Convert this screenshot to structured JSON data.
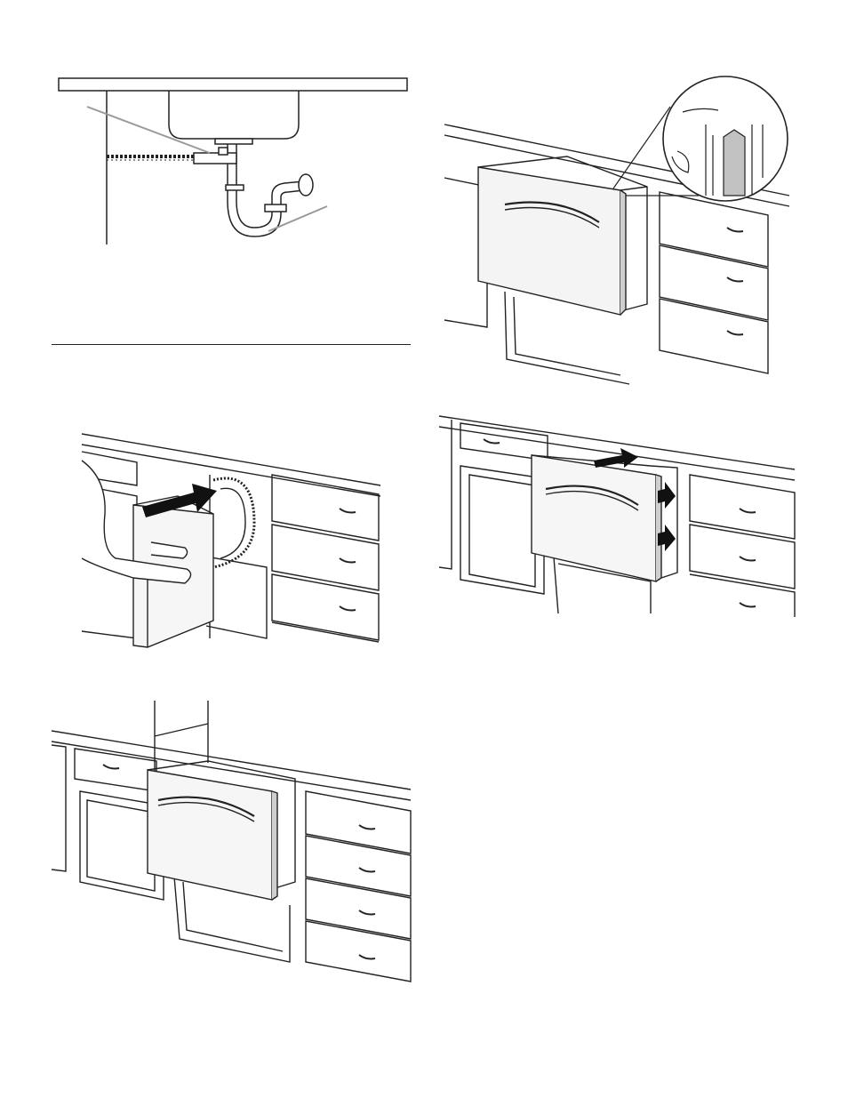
{
  "page": {
    "figures": [
      {
        "id": "sink-drain-connection",
        "icon": "under-sink-drain-illustration"
      },
      {
        "id": "drawer-side-bracket-detail",
        "icon": "drawer-bracket-callout-illustration"
      },
      {
        "id": "slide-drawer-into-opening",
        "icon": "installer-pushing-drawer-illustration"
      },
      {
        "id": "push-drawer-sides-flush",
        "icon": "drawer-side-arrows-illustration"
      },
      {
        "id": "drawer-depth-offset",
        "icon": "drawer-offset-measurement-illustration"
      }
    ],
    "colors": {
      "line": "#222222",
      "steel": "#e6e6e6",
      "shade": "#b9b9b9",
      "callout": "#9a9a9a"
    }
  }
}
